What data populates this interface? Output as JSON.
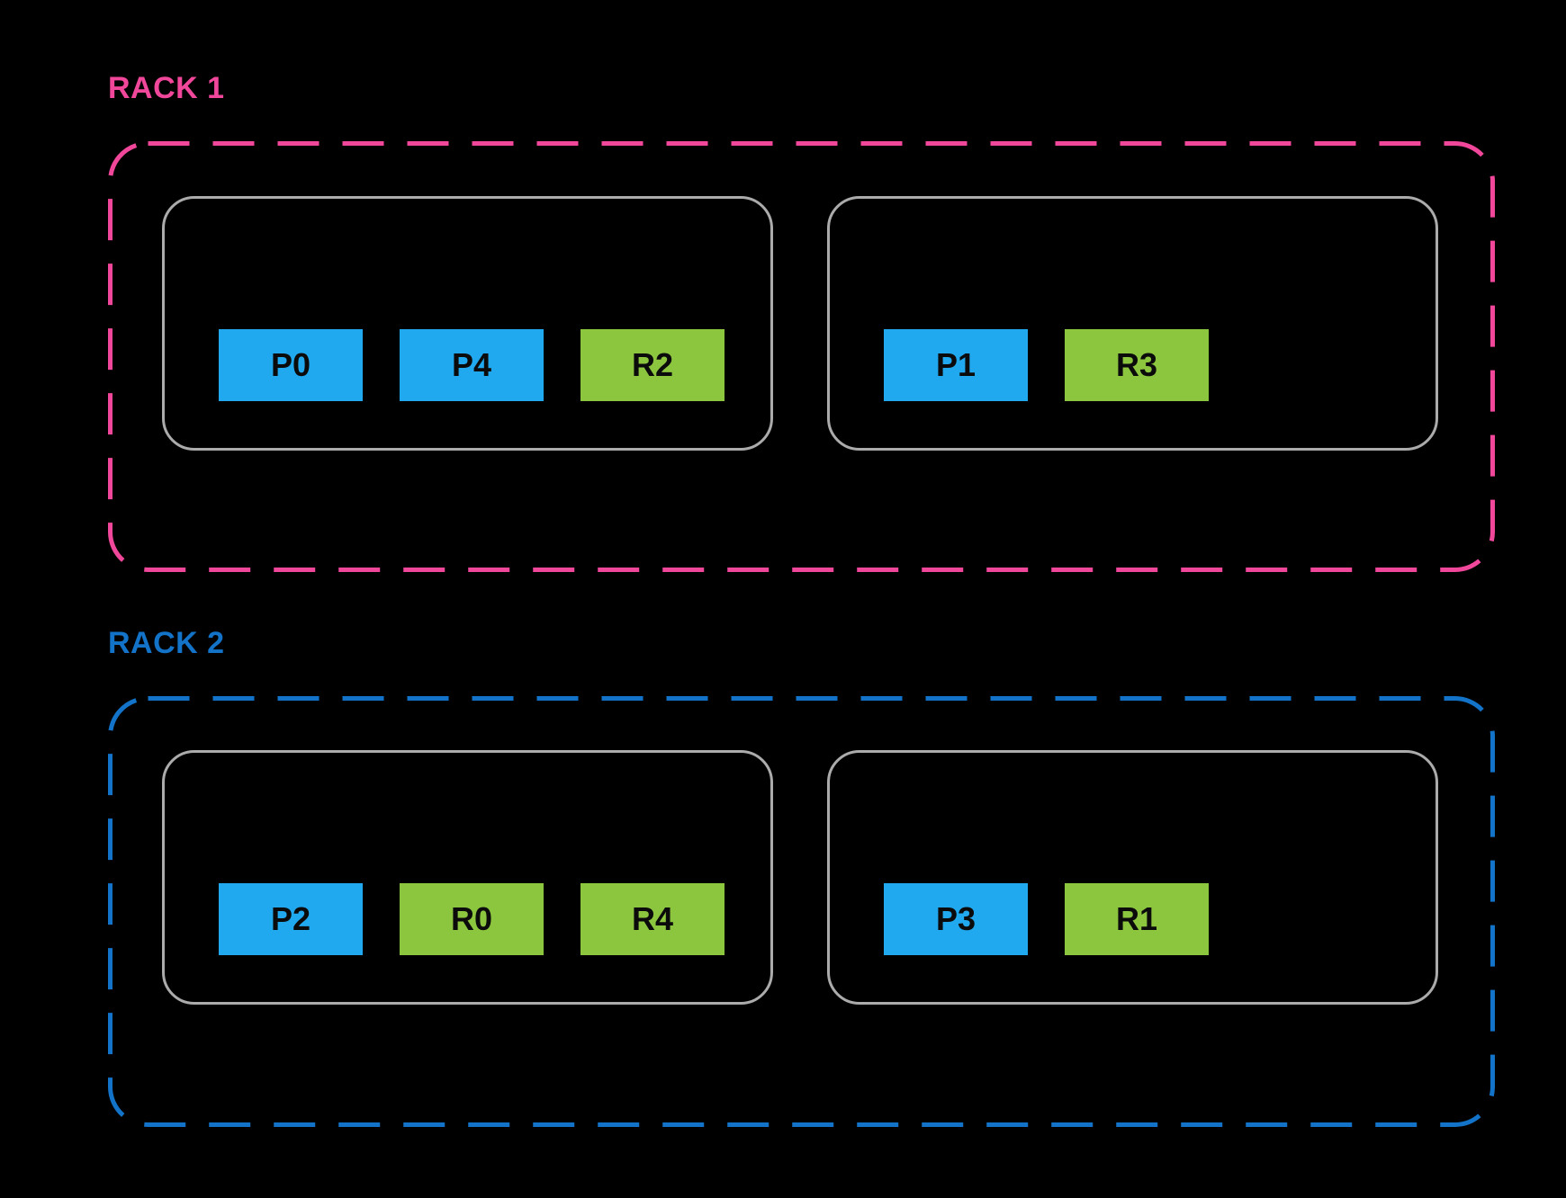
{
  "colors": {
    "background": "#000000",
    "rack1": "#F0479B",
    "rack2": "#1273C8",
    "node_border": "#ABABAB",
    "p_block": "#21A9F0",
    "r_block": "#8CC63F",
    "block_text": "#0B0B0B"
  },
  "racks": [
    {
      "label": "RACK 1",
      "border_style": "dashed",
      "nodes": [
        {
          "blocks": [
            {
              "label": "P0",
              "type": "p"
            },
            {
              "label": "P4",
              "type": "p"
            },
            {
              "label": "R2",
              "type": "r"
            }
          ]
        },
        {
          "blocks": [
            {
              "label": "P1",
              "type": "p"
            },
            {
              "label": "R3",
              "type": "r"
            }
          ]
        }
      ]
    },
    {
      "label": "RACK 2",
      "border_style": "dashed",
      "nodes": [
        {
          "blocks": [
            {
              "label": "P2",
              "type": "p"
            },
            {
              "label": "R0",
              "type": "r"
            },
            {
              "label": "R4",
              "type": "r"
            }
          ]
        },
        {
          "blocks": [
            {
              "label": "P3",
              "type": "p"
            },
            {
              "label": "R1",
              "type": "r"
            }
          ]
        }
      ]
    }
  ]
}
